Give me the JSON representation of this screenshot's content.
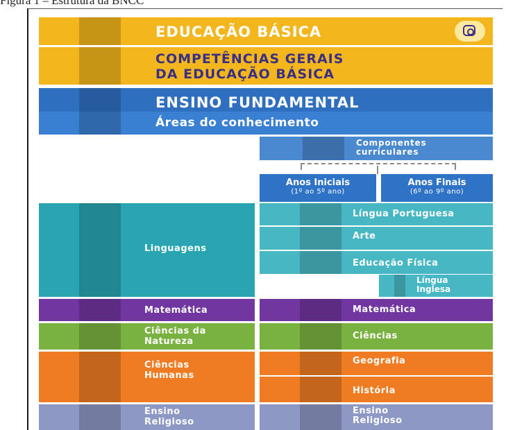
{
  "caption": "Figura 1 – Estrutura da BNCC",
  "header": {
    "title": "EDUCAÇÃO BÁSICA",
    "competencias_line1": "COMPETÊNCIAS GERAIS",
    "competencias_line2": "DA EDUCAÇÃO BÁSICA",
    "lens_icon": "camera-scan-icon"
  },
  "ensino": {
    "title": "ENSINO FUNDAMENTAL",
    "areas_label": "Áreas do conhecimento"
  },
  "componentes": {
    "line1": "Componentes",
    "line2": "curriculares"
  },
  "anos": {
    "iniciais_title": "Anos Iniciais",
    "iniciais_range": "(1º ao 5º ano)",
    "finais_title": "Anos Finais",
    "finais_range": "(6º ao 9º ano)"
  },
  "areas": [
    {
      "line1": "Linguagens",
      "line2": ""
    },
    {
      "line1": "Matemática",
      "line2": ""
    },
    {
      "line1": "Ciências da",
      "line2": "Natureza"
    },
    {
      "line1": "Ciências",
      "line2": "Humanas"
    },
    {
      "line1": "Ensino",
      "line2": "Religioso"
    }
  ],
  "componentes_list": [
    {
      "line1": "Língua Portuguesa",
      "line2": ""
    },
    {
      "line1": "Arte",
      "line2": ""
    },
    {
      "line1": "Educação Física",
      "line2": ""
    },
    {
      "line1": "Língua",
      "line2": "Inglesa"
    },
    {
      "line1": "Matemática",
      "line2": ""
    },
    {
      "line1": "Ciências",
      "line2": ""
    },
    {
      "line1": "Geografia",
      "line2": ""
    },
    {
      "line1": "História",
      "line2": ""
    },
    {
      "line1": "Ensino",
      "line2": "Religioso"
    }
  ],
  "colors": {
    "yellow": "#f3b61c",
    "blue": "#2f6fc0",
    "teal": "#28a5b0",
    "purple": "#7136a0",
    "green": "#7ab241",
    "orange": "#ef7c23",
    "lavender": "#8d98c4"
  }
}
